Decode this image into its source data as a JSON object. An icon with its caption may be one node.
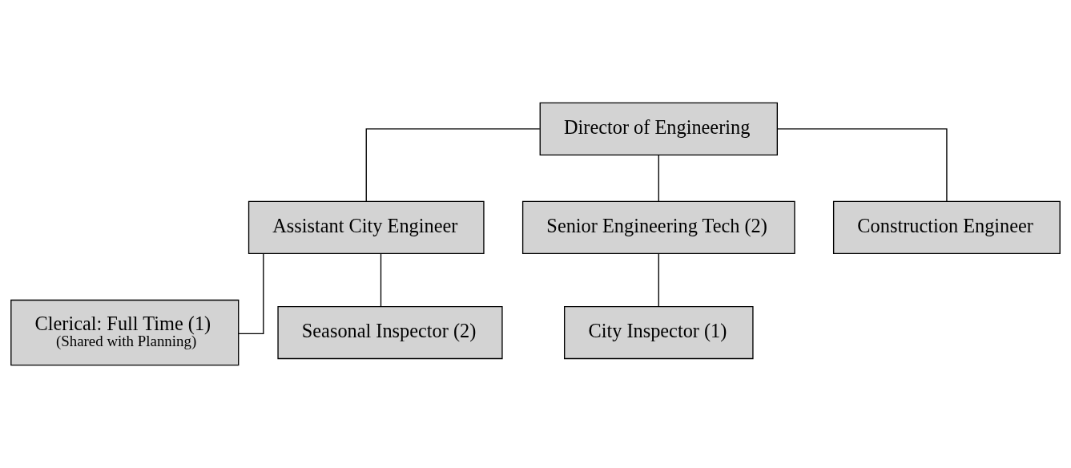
{
  "diagram": {
    "nodes": [
      {
        "text": [
          "Director of Engineering"
        ]
      },
      {
        "text": [
          "Assistant City Engineer"
        ]
      },
      {
        "text": [
          "Senior Engineering Tech (2)"
        ]
      },
      {
        "text": [
          "Construction Engineer"
        ]
      },
      {
        "text": [
          "Clerical: Full Time (1)",
          "(Shared with Planning)"
        ]
      },
      {
        "text": [
          "Seasonal Inspector (2)"
        ]
      },
      {
        "text": [
          "City Inspector (1)"
        ]
      }
    ],
    "edges": [
      {
        "from": 0,
        "to": 1,
        "arrow": "none"
      },
      {
        "from": 0,
        "to": 2,
        "arrow": "none"
      },
      {
        "from": 0,
        "to": 3,
        "arrow": "none"
      },
      {
        "from": 1,
        "to": 4,
        "arrow": "none"
      },
      {
        "from": 1,
        "to": 5,
        "arrow": "none"
      },
      {
        "from": 2,
        "to": 6,
        "arrow": "none"
      }
    ]
  }
}
